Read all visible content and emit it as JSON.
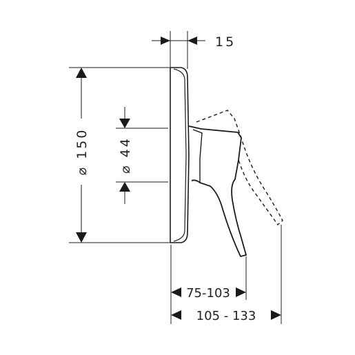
{
  "drawing": {
    "colors": {
      "line": "#1a1a1a",
      "background": "#ffffff"
    },
    "dimensions": {
      "wall_plate_depth": "15",
      "plate_diameter": "⌀ 150",
      "body_diameter": "⌀ 44",
      "handle_projection": "75-103",
      "handle_projection_open": "105 - 133"
    }
  }
}
